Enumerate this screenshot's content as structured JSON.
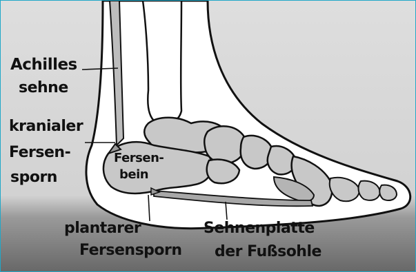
{
  "labels": {
    "achilles_l1": "Achilles",
    "achilles_l2": "sehne",
    "kranial_l1": "kranialer",
    "kranial_l2": "Fersen-",
    "kranial_l3": "sporn",
    "bein_l1": "Fersen-",
    "bein_l2": "bein",
    "plantar_l1": "plantarer",
    "plantar_l2": "Fersensporn",
    "sehnen_l1": "Sehnenplatte",
    "sehnen_l2": "der Fußsohle"
  },
  "colors": {
    "background_light": "#dcdcdc",
    "background_dark": "#6e6e6e",
    "border": "#20a8c8",
    "foot": "#ffffff",
    "bone": "#c8c8c8",
    "bone_dark": "#b4b4b4",
    "outline": "#111111"
  }
}
